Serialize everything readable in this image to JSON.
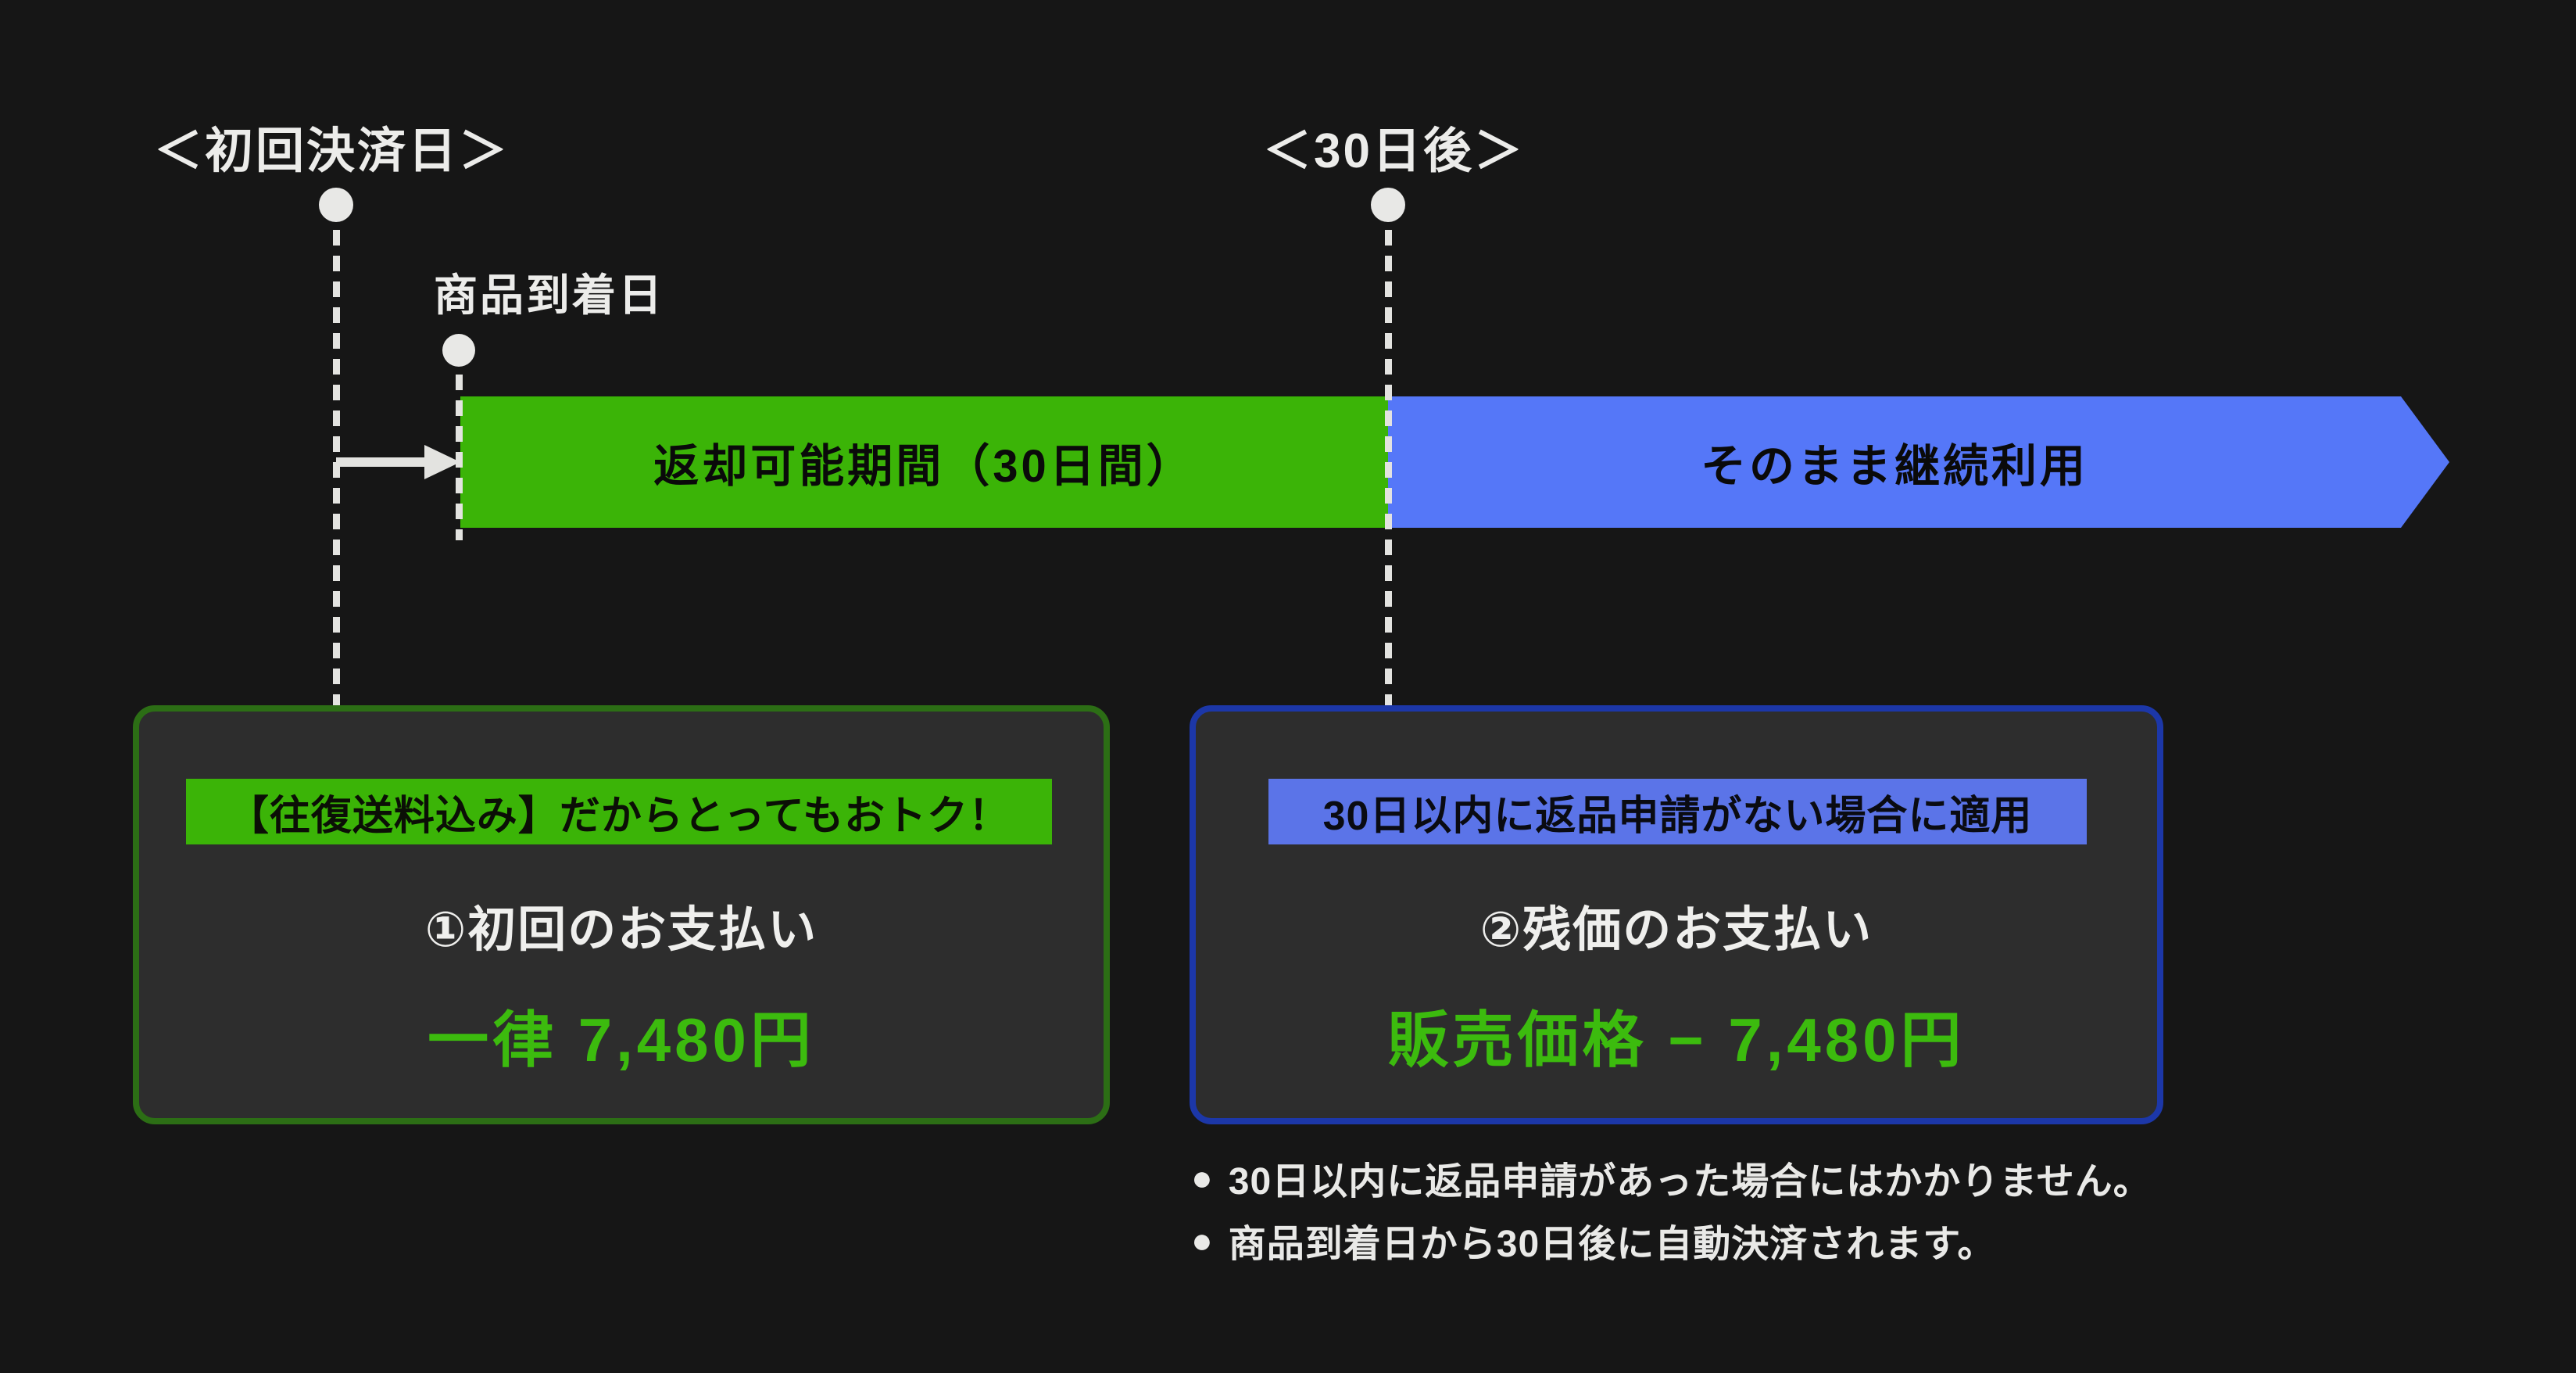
{
  "timeline": {
    "first_payment_label": "＜初回決済日＞",
    "arrival_label": "商品到着日",
    "after_30_days_label": "＜30日後＞",
    "return_period_bar_label": "返却可能期間（30日間）",
    "continue_use_bar_label": "そのまま継続利用"
  },
  "cards": {
    "left": {
      "badge": "【往復送料込み】だからとってもおトク！",
      "title": "①初回のお支払い",
      "price": "一律 7,480円"
    },
    "right": {
      "badge": "30日以内に返品申請がない場合に適用",
      "title": "②残価のお支払い",
      "price": "販売価格 − 7,480円"
    }
  },
  "notes": {
    "bullet": "●",
    "items": [
      "30日以内に返品申請があった場合にはかかりません。",
      "商品到着日から30日後に自動決済されます。"
    ]
  },
  "colors": {
    "background": "#161616",
    "card_fill": "#2d2d2d",
    "green": "#3bb407",
    "green_border": "#2c6e15",
    "price_green": "#3cbb0e",
    "blue": "#5577f8",
    "badge_blue": "#5b74e8",
    "blue_border": "#1c37a8",
    "white": "#ececea"
  }
}
